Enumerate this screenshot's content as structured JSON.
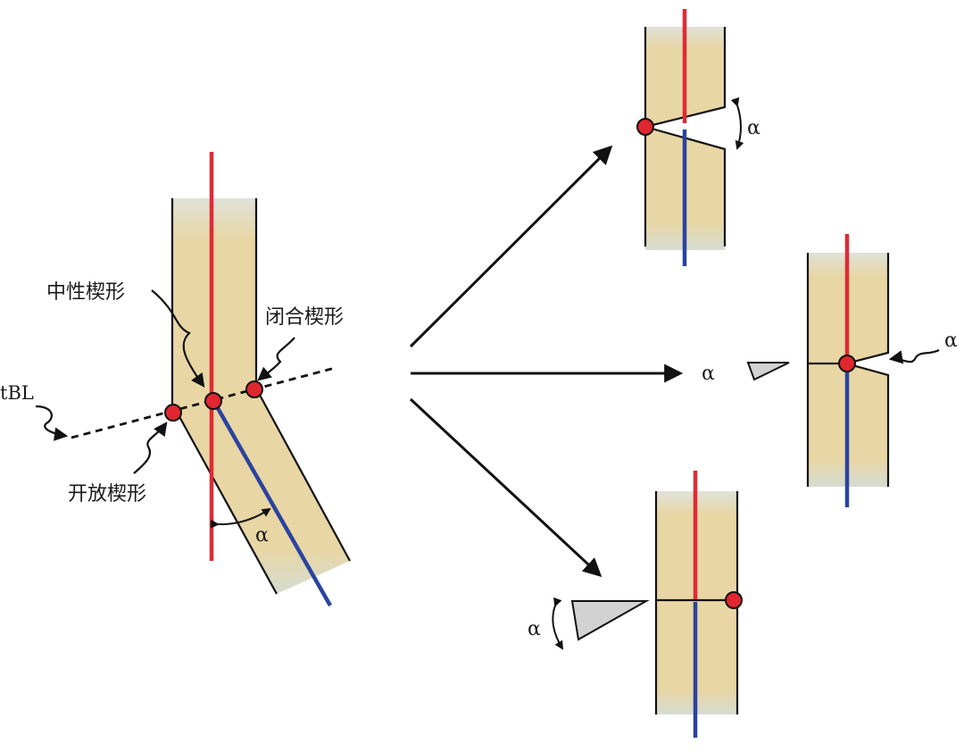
{
  "labels": {
    "neutral_wedge": "中性楔形",
    "closing_wedge": "闭合楔形",
    "opening_wedge": "开放楔形",
    "tbl": "tBL",
    "alpha": "α"
  },
  "colors": {
    "bone": "#e8d6a4",
    "bone_grey": "#c9d1c9",
    "red_axis": "#e02a36",
    "blue_axis": "#2a43a0",
    "point_fill": "#e0262f",
    "wedge_fill": "#d2d2d2",
    "line": "#111111"
  }
}
